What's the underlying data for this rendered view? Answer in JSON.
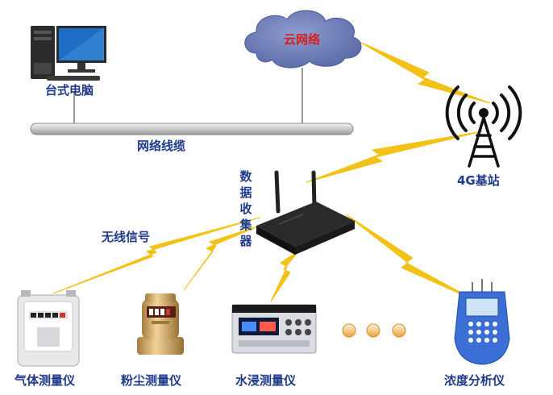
{
  "nodes": {
    "desktop": "台式电脑",
    "cloud": "云网络",
    "base_station": "4G基站",
    "cable": "网络线缆",
    "collector": "数据收集器",
    "wireless": "无线信号",
    "gas_meter": "气体测量仪",
    "dust_meter": "粉尘测量仪",
    "water_meter": "水浸测量仪",
    "conc_meter": "浓度分析仪"
  },
  "colors": {
    "label": "#1f3a8a",
    "cloud_text": "#d62020",
    "cloud_fill": "#6f7fb5",
    "signal": "#f3c216",
    "dots": "#f0a23a"
  }
}
